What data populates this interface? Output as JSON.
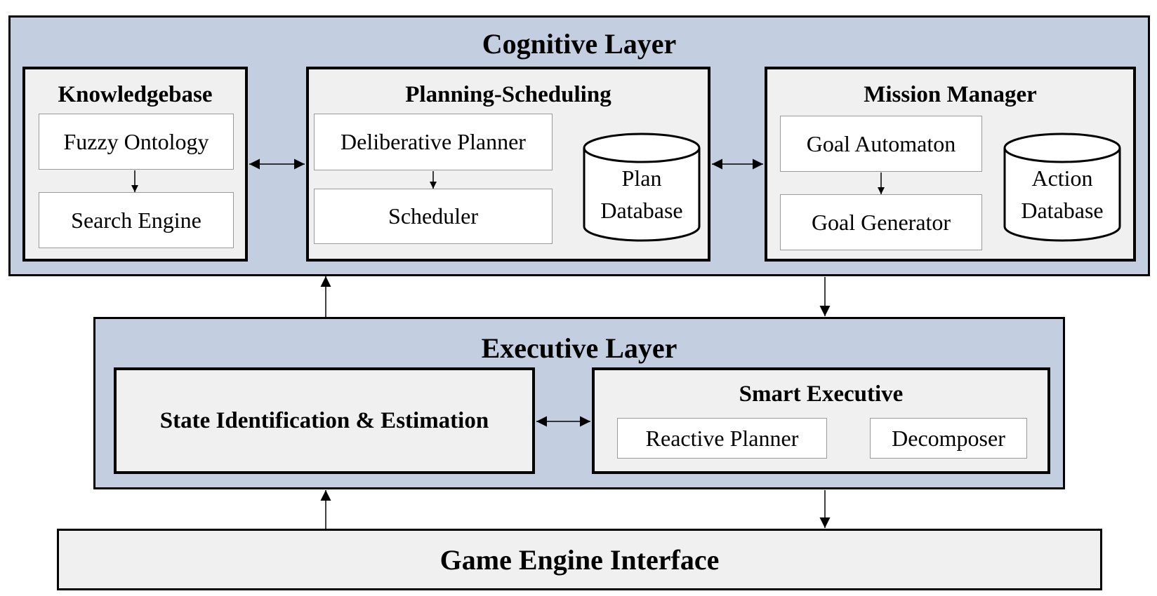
{
  "cognitive_layer": {
    "title": "Cognitive Layer",
    "knowledgebase": {
      "title": "Knowledgebase",
      "items": [
        "Fuzzy Ontology",
        "Search Engine"
      ]
    },
    "planning_scheduling": {
      "title": "Planning-Scheduling",
      "items": [
        "Deliberative Planner",
        "Scheduler"
      ],
      "database": [
        "Plan",
        "Database"
      ]
    },
    "mission_manager": {
      "title": "Mission Manager",
      "items": [
        "Goal Automaton",
        "Goal Generator"
      ],
      "database": [
        "Action",
        "Database"
      ]
    }
  },
  "executive_layer": {
    "title": "Executive Layer",
    "state_identification": {
      "title": "State Identification & Estimation"
    },
    "smart_executive": {
      "title": "Smart Executive",
      "items": [
        "Reactive Planner",
        "Decomposer"
      ]
    }
  },
  "game_engine_interface": {
    "title": "Game Engine Interface"
  },
  "colors": {
    "layer_fill": "#c3cee0",
    "panel_fill": "#f0f0f0",
    "box_fill": "#ffffff",
    "stroke": "#000000"
  }
}
